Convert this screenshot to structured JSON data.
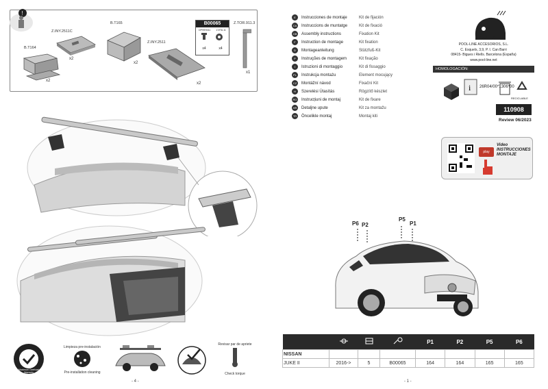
{
  "left_page": {
    "parts": [
      {
        "code": "B.T164",
        "qty": "x2"
      },
      {
        "code": "Z.INY.2511C",
        "qty": "x2"
      },
      {
        "code": "B.T165",
        "qty": "x2"
      },
      {
        "code": "Z.INY.2511",
        "qty": "x2"
      },
      {
        "code": "B00065",
        "qty": ""
      },
      {
        "code": "Z.TOR.911.3",
        "qty": "x1"
      }
    ],
    "kit_box": {
      "code": "B00065",
      "item1": "DPHE9411",
      "item2": "Z.ETA.11",
      "qty1": "x4",
      "qty2": "x4"
    },
    "footer_icons": [
      {
        "label": "Pre-installation cleaning",
        "sublabel": "Limpieza pre-instalación"
      },
      {
        "label": "",
        "sublabel": ""
      },
      {
        "label": "",
        "sublabel": ""
      },
      {
        "label": "Check torque",
        "sublabel": "Revisar par de apriete"
      }
    ],
    "seal_text": "Maximum Overload Warranty",
    "page_number": "- 4 -"
  },
  "right_page": {
    "languages": [
      {
        "code": "E",
        "name": "Instrucciones de montaje",
        "value": "Kit de fijación"
      },
      {
        "code": "CA",
        "name": "Instruccions de muntatge",
        "value": "Kit de fixació"
      },
      {
        "code": "GB",
        "name": "Assembly instructions",
        "value": "Fixation Kit"
      },
      {
        "code": "F",
        "name": "Instruction de montage",
        "value": "Kit fixation"
      },
      {
        "code": "D",
        "name": "Montageanleitung",
        "value": "Stützfuß-Kit"
      },
      {
        "code": "P",
        "name": "Instruções de montagem",
        "value": "Kit fixação"
      },
      {
        "code": "I",
        "name": "Istruzioni di montaggio",
        "value": "Kit di fissaggio"
      },
      {
        "code": "PL",
        "name": "Instrukcja montażu",
        "value": "Element mocujący"
      },
      {
        "code": "CZ",
        "name": "Montážní návod",
        "value": "Fixační Kit"
      },
      {
        "code": "H",
        "name": "Szerelési Útasítás",
        "value": "Rögzítő készlet"
      },
      {
        "code": "RO",
        "name": "Instrucțiuni de montaj",
        "value": "Kit de fixare"
      },
      {
        "code": "HR",
        "name": "Detaljne upute",
        "value": "Kit za montažu"
      },
      {
        "code": "TR",
        "name": "Öncelikle montaj",
        "value": "Montaj kiti"
      }
    ],
    "company": {
      "logo": "POOL LINE",
      "name": "POOL-LINE ACCESORIOS, S.L.",
      "address1": "C. Esquels, 3,9, P. I. Can Barri",
      "address2": "08415- Bigues i Riells. Barcelona (España)",
      "website": "www.pool-line.net"
    },
    "homologation": {
      "label": "HOMOLOGACIÓN:",
      "mark": "E9",
      "number": "26R04/00*1306*00"
    },
    "reciclable": "RECICLABLE",
    "reference": "110908",
    "review": "Review 06/2023",
    "video": {
      "line1": "Video",
      "line2": "INSTRUCCIONES",
      "line3": "MONTAJE",
      "play": "play"
    },
    "points": [
      "P6",
      "P2",
      "P5",
      "P1"
    ],
    "table": {
      "headers": [
        "",
        "",
        "",
        "",
        "P1",
        "P2",
        "P5",
        "P6"
      ],
      "brand": "NISSAN",
      "model": "JUKE II",
      "year": "2016->",
      "doors": "5",
      "kit": "B00065",
      "p1": "164",
      "p2": "164",
      "p5": "165",
      "p6": "165"
    },
    "page_number": "- 1 -"
  }
}
